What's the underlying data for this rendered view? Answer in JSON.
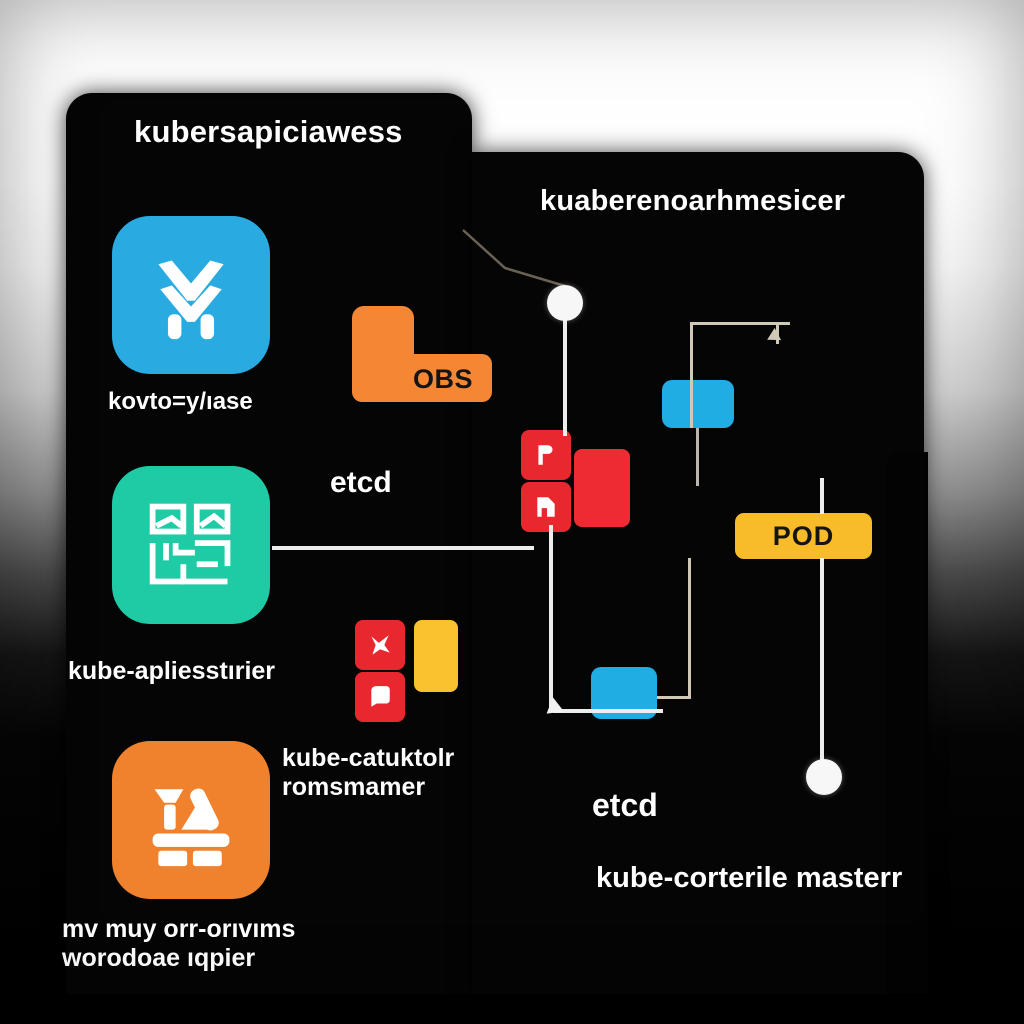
{
  "background": {
    "gradient_from": "#ffffff",
    "gradient_to": "#000000"
  },
  "panels": {
    "left": {
      "title": "kubersapiciawess",
      "bg": "#050505"
    },
    "right": {
      "title": "kuaberenoarhmesicer",
      "bg": "#050505"
    }
  },
  "icons": [
    {
      "name": "blue-chevron-app-icon",
      "color": "#29ABE2",
      "glyph": "chevron-stack"
    },
    {
      "name": "teal-grid-app-icon",
      "color": "#1FCBA4",
      "glyph": "qr-grid"
    },
    {
      "name": "orange-chart-app-icon",
      "color": "#F0822D",
      "glyph": "abstract-chart"
    }
  ],
  "captions": {
    "icon_1": "kovto=y/ıase",
    "icon_2": "kube-apliesstırier",
    "icon_3_line1": "mv muy orr-orıvıms",
    "icon_3_line2": "worodoae ıqpier",
    "controller_line1": "kube-catuktolr",
    "controller_line2": "romsmamer",
    "etcd_left": "etcd",
    "etcd_right": "etcd",
    "master": "kube-corterile masterr"
  },
  "badges": {
    "obs": {
      "label": "OBS",
      "color": "#F58634",
      "text_color": "#141414"
    },
    "pod": {
      "label": "POD",
      "color": "#F8BB2A",
      "text_color": "#141414"
    }
  },
  "blocks": [
    {
      "name": "red-block-flag",
      "color": "#E8272F",
      "glyph": "flag"
    },
    {
      "name": "red-block-note",
      "color": "#E8272F",
      "glyph": "note"
    },
    {
      "name": "red-block-x",
      "color": "#E8272F",
      "glyph": "x-burst"
    },
    {
      "name": "red-block-bubble",
      "color": "#E8272F",
      "glyph": "speech-bubble"
    },
    {
      "name": "red-block-plain",
      "color": "#EE2B33",
      "glyph": "none"
    },
    {
      "name": "yellow-block-plain",
      "color": "#F9C22E",
      "glyph": "none"
    },
    {
      "name": "blue-block-upper",
      "color": "#1FADE4",
      "glyph": "none"
    },
    {
      "name": "blue-block-lower",
      "color": "#1FADE4",
      "glyph": "none"
    }
  ],
  "connectors": {
    "wire_color": "#ededed",
    "thin_wire_color": "#cfc9b8",
    "node_color": "#f7f7f7",
    "node_count": 2
  }
}
